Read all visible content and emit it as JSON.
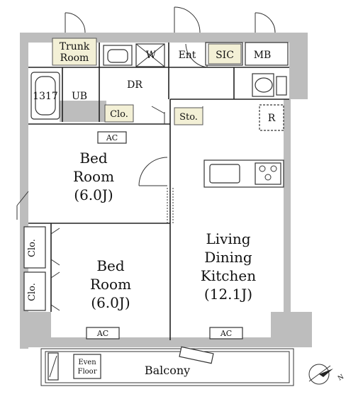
{
  "rooms": {
    "trunk_room": [
      "Trunk",
      "Room"
    ],
    "washer": "W",
    "entrance": "Ent",
    "sic": "SIC",
    "mb": "MB",
    "bath_size": "1317",
    "unit_bath": "UB",
    "dressing_room": "DR",
    "closet": "Clo.",
    "storage": "Sto.",
    "refrigerator": "R",
    "air_conditioner": "AC",
    "bedroom_1": [
      "Bed",
      "Room",
      "(6.0J)"
    ],
    "bedroom_2": [
      "Bed",
      "Room",
      "(6.0J)"
    ],
    "ldk": [
      "Living",
      "Dining",
      "Kitchen",
      "(12.1J)"
    ],
    "even_floor": [
      "Even",
      "Floor"
    ],
    "balcony": "Balcony"
  },
  "compass": {
    "north_label": "N"
  }
}
